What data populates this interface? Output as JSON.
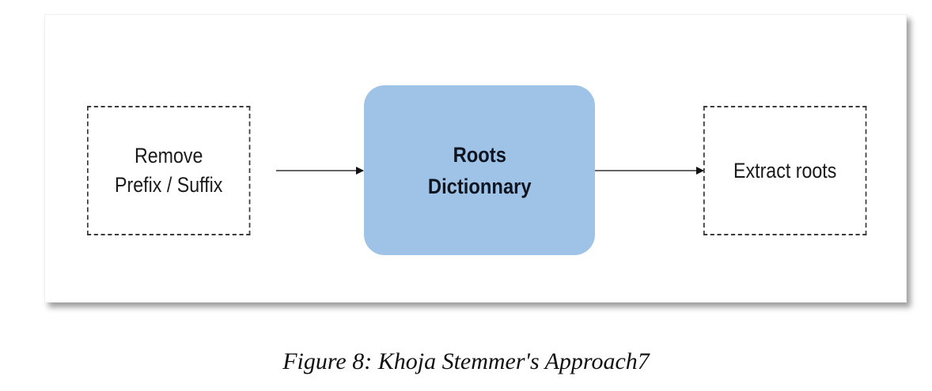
{
  "diagram": {
    "nodes": [
      {
        "id": "remove",
        "lines": [
          "Remove",
          "Prefix / Suffix"
        ],
        "style": "dashed"
      },
      {
        "id": "roots-dictionary",
        "lines": [
          "Roots",
          "Dictionnary"
        ],
        "style": "filled",
        "fill": "#9fc3e7"
      },
      {
        "id": "extract",
        "lines": [
          "Extract roots"
        ],
        "style": "dashed"
      }
    ],
    "edges": [
      {
        "from": "remove",
        "to": "roots-dictionary"
      },
      {
        "from": "roots-dictionary",
        "to": "extract"
      }
    ]
  },
  "caption": "Figure 8: Khoja Stemmer's Approach7"
}
